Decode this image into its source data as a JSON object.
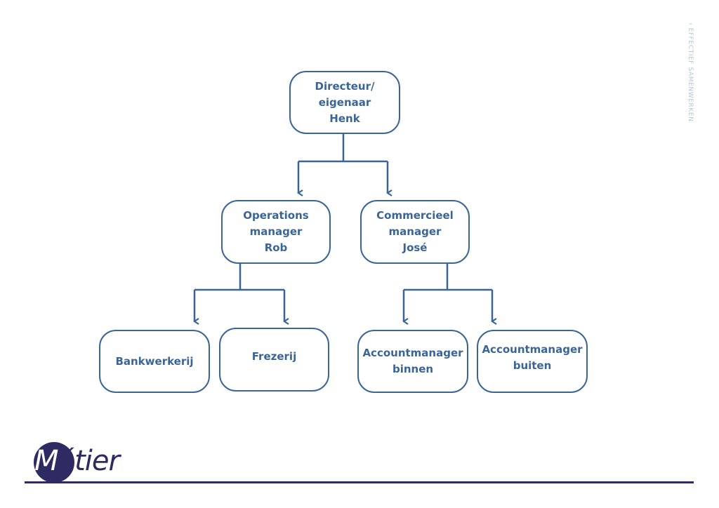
{
  "side_label": "› EFFECTIEF SAMENWERKEN",
  "org_chart": {
    "root": {
      "id": "directeur",
      "label": "Directeur/\neigenaar\nHenk"
    },
    "level2": [
      {
        "id": "operations",
        "label": "Operations\nmanager\nRob",
        "parent": "directeur"
      },
      {
        "id": "commercieel",
        "label": "Commercieel\nmanager\nJosé",
        "parent": "directeur"
      }
    ],
    "level3": [
      {
        "id": "bankwerkerij",
        "label": "Bankwerkerij",
        "parent": "operations"
      },
      {
        "id": "frezerij",
        "label": "Frezerij",
        "parent": "operations"
      },
      {
        "id": "am-binnen",
        "label": "Accountmanager\nbinnen",
        "parent": "commercieel"
      },
      {
        "id": "am-buiten",
        "label": "Accountmanager\nbuiten",
        "parent": "commercieel"
      }
    ],
    "colors": {
      "stroke": "#3a6596",
      "text": "#3a6596"
    }
  },
  "logo": {
    "first_letter": "M",
    "rest": "étier",
    "color": "#2e2b62"
  }
}
